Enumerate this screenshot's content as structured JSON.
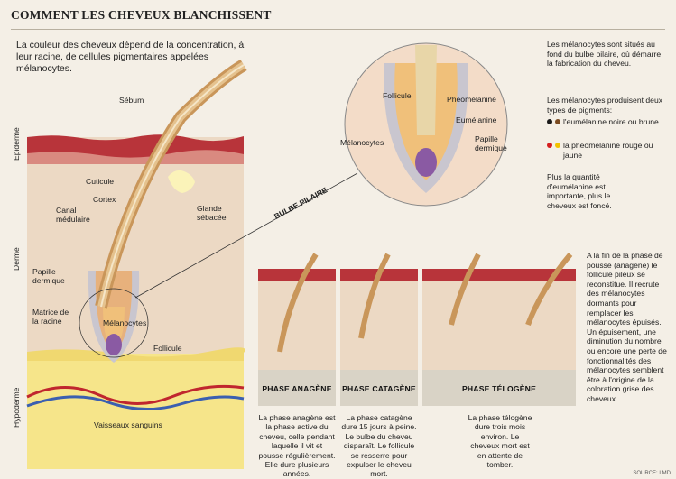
{
  "title": "COMMENT LES CHEVEUX BLANCHISSENT",
  "intro": "La couleur des cheveux dépend de la concentration, à leur racine, de cellules pigmentaires appelées mélanocytes.",
  "layers": {
    "epiderme": "Epiderme",
    "derme": "Derme",
    "hypoderme": "Hypoderme"
  },
  "labels": {
    "sebum": "Sébum",
    "cuticule": "Cuticule",
    "cortex": "Cortex",
    "canal_1": "Canal",
    "canal_2": "médulaire",
    "glande_1": "Glande",
    "glande_2": "sébacée",
    "papille_1": "Papille",
    "papille_2": "dermique",
    "matrice_1": "Matrice de",
    "matrice_2": "la racine",
    "melanocytes": "Mélanocytes",
    "follicule": "Follicule",
    "vaisseaux": "Vaisseaux sanguins",
    "bulbe": "BULBE PILAIRE"
  },
  "zoom_labels": {
    "follicule": "Follicule",
    "pheomelanine": "Phéomélanine",
    "eumelanine": "Eumélanine",
    "melanocytes": "Mélanocytes",
    "papille_1": "Papille",
    "papille_2": "dermique"
  },
  "right_text": {
    "p1": "Les mélanocytes sont situés au fond du bulbe pilaire, où démarre la fabrication du cheveu.",
    "p2": "Les mélanocytes produisent deux types de pigments:",
    "legend1": "l'eumélanine noire ou brune",
    "legend2": "la phéomélanine rouge ou jaune",
    "p3": "Plus la quantité d'eumélanine est importante, plus le cheveux est foncé.",
    "p4": "A la fin de la phase de pousse (anagène) le follicule pileux se reconstitue. Il recrute des mélanocytes dormants pour remplacer les mélanocytes épuisés. Un épuisement, une diminution du nombre ou encore une perte de fonctionnalités des mélanocytes semblent être à l'origine de la coloration grise des cheveux."
  },
  "phases": [
    {
      "name": "PHASE ANAGÈNE",
      "caption": "La phase anagène est la phase active du cheveu, celle pendant laquelle il vit et pousse régulièrement. Elle dure plusieurs années."
    },
    {
      "name": "PHASE CATAGÈNE",
      "caption": "La phase catagène dure 15 jours à peine. Le bulbe du cheveu disparaît. Le follicule se resserre pour expulser le cheveu mort."
    },
    {
      "name": "PHASE TÉLOGÈNE",
      "caption": "La phase télogène dure trois mois environ. Le cheveux mort est en attente de tomber."
    }
  ],
  "source": "SOURCE: LMD",
  "colors": {
    "eumelanine_black": "#1a1a1a",
    "eumelanine_brown": "#7a4a20",
    "pheomelanine_red": "#d41e1e",
    "pheomelanine_yellow": "#f2c200",
    "skin_red": "#b8343a",
    "derme": "#ecd9c4",
    "hypoderme": "#f6e58a"
  }
}
